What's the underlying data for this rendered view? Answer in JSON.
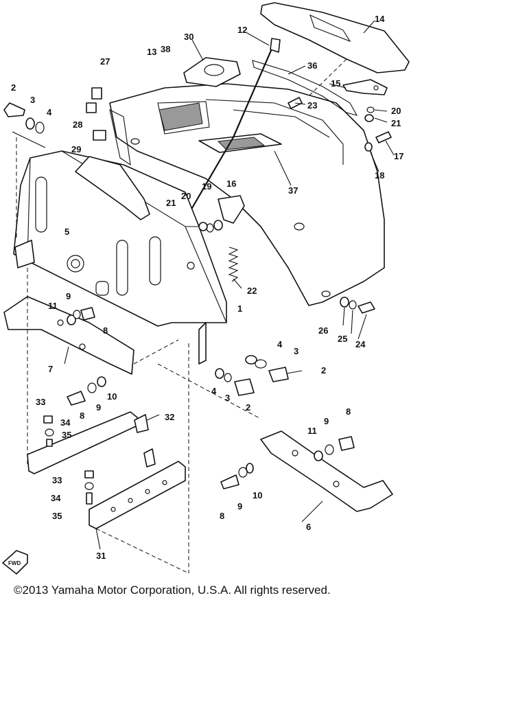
{
  "callouts": [
    {
      "id": "c1",
      "label": "14"
    },
    {
      "id": "c2",
      "label": "12"
    },
    {
      "id": "c3",
      "label": "30"
    },
    {
      "id": "c4",
      "label": "13"
    },
    {
      "id": "c5",
      "label": "38"
    },
    {
      "id": "c6",
      "label": "27"
    },
    {
      "id": "c7",
      "label": "36"
    },
    {
      "id": "c8",
      "label": "15"
    },
    {
      "id": "c9",
      "label": "2"
    },
    {
      "id": "c10",
      "label": "3"
    },
    {
      "id": "c11",
      "label": "4"
    },
    {
      "id": "c12",
      "label": "23"
    },
    {
      "id": "c13",
      "label": "20"
    },
    {
      "id": "c14",
      "label": "21"
    },
    {
      "id": "c15",
      "label": "28"
    },
    {
      "id": "c16",
      "label": "29"
    },
    {
      "id": "c17",
      "label": "17"
    },
    {
      "id": "c18",
      "label": "18"
    },
    {
      "id": "c19",
      "label": "37"
    },
    {
      "id": "c20",
      "label": "16"
    },
    {
      "id": "c21",
      "label": "19"
    },
    {
      "id": "c22",
      "label": "21"
    },
    {
      "id": "c23",
      "label": "20"
    },
    {
      "id": "c24",
      "label": "5"
    },
    {
      "id": "c25",
      "label": "22"
    },
    {
      "id": "c26",
      "label": "1"
    },
    {
      "id": "c27",
      "label": "11"
    },
    {
      "id": "c28",
      "label": "9"
    },
    {
      "id": "c29",
      "label": "8"
    },
    {
      "id": "c30",
      "label": "26"
    },
    {
      "id": "c31",
      "label": "25"
    },
    {
      "id": "c32",
      "label": "24"
    },
    {
      "id": "c33",
      "label": "7"
    },
    {
      "id": "c34",
      "label": "4"
    },
    {
      "id": "c35",
      "label": "3"
    },
    {
      "id": "c36",
      "label": "2"
    },
    {
      "id": "c37",
      "label": "4"
    },
    {
      "id": "c38",
      "label": "3"
    },
    {
      "id": "c39",
      "label": "2"
    },
    {
      "id": "c40",
      "label": "10"
    },
    {
      "id": "c41",
      "label": "8"
    },
    {
      "id": "c42",
      "label": "9"
    },
    {
      "id": "c43",
      "label": "33"
    },
    {
      "id": "c44",
      "label": "34"
    },
    {
      "id": "c45",
      "label": "35"
    },
    {
      "id": "c46",
      "label": "32"
    },
    {
      "id": "c47",
      "label": "8"
    },
    {
      "id": "c48",
      "label": "11"
    },
    {
      "id": "c49",
      "label": "9"
    },
    {
      "id": "c50",
      "label": "33"
    },
    {
      "id": "c51",
      "label": "34"
    },
    {
      "id": "c52",
      "label": "35"
    },
    {
      "id": "c53",
      "label": "10"
    },
    {
      "id": "c54",
      "label": "8"
    },
    {
      "id": "c55",
      "label": "9"
    },
    {
      "id": "c56",
      "label": "6"
    },
    {
      "id": "c57",
      "label": "31"
    }
  ],
  "fwd_label": "FWD",
  "copyright": "©2013 Yamaha Motor Corporation, U.S.A. All rights reserved."
}
